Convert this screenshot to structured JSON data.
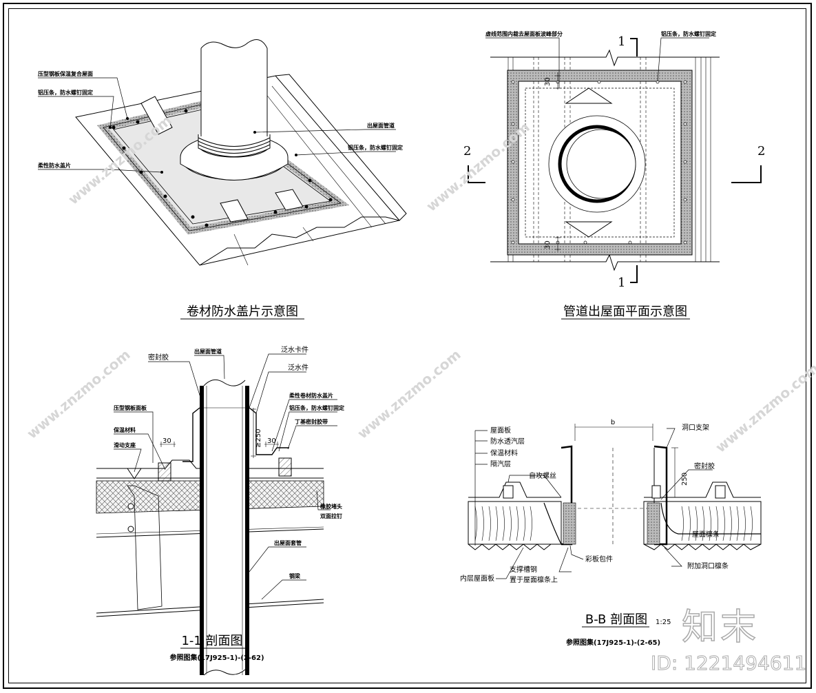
{
  "drawing1": {
    "title": "卷材防水盖片示意图",
    "labels": {
      "roof_panel": "压型钢板保温复合屋面",
      "strip_fix": "铝压条，防水螺钉固定",
      "membrane": "柔性防水盖片",
      "pipe": "出屋面管道",
      "strip_fix2": "铝压条，防水螺钉固定"
    }
  },
  "drawing2": {
    "title": "管道出屋面平面示意图",
    "labels": {
      "dashed_note": "虚线范围内裁去屋面板波峰部分",
      "strip_fix": "铝压条，防水螺钉固定"
    },
    "dims": {
      "d_top": "30",
      "d_bottom": "30"
    },
    "cuts": {
      "c1_top": "1",
      "c1_bottom": "1",
      "c2_left": "2",
      "c2_right": "2"
    }
  },
  "drawing3": {
    "title": "1-1  剖面图",
    "ref": "参照图集(17J925-1)-(2-62)",
    "labels": {
      "sealant": "密封胶",
      "pipe": "出屋面管道",
      "flash_clip": "泛水卡件",
      "flashing": "泛水件",
      "membrane": "柔性卷材防水盖片",
      "strip_fix": "铝压条，防水螺钉固定",
      "butyl": "丁基密封胶带",
      "panel": "压型钢板面板",
      "insulation": "保温材料",
      "support": "滑动支座",
      "sleeve": "出屋面套管",
      "beam": "钢梁",
      "rubber": "橡胶堵头",
      "rivet": "双面拉钉"
    },
    "dims": {
      "h": "≥250",
      "w1": "30",
      "w2": "30"
    }
  },
  "drawing4": {
    "title": "B-B  剖面图",
    "scale": "1:25",
    "ref": "参照图集(17J925-1)-(2-65)",
    "labels": {
      "roof_board": "屋面板",
      "vapor_perm": "防水透汽层",
      "insulation": "保温材料",
      "vapor_barrier": "隔汽层",
      "screw": "自攻螺丝",
      "opening_frame": "洞口支架",
      "sealant": "密封胶",
      "purlin": "屋面檩条",
      "inner_board": "内层屋面板",
      "channel": "支撑槽钢",
      "channel2": "置于屋面檩条上",
      "color_wrap": "彩板包件",
      "extra_purlin": "附加洞口檩条"
    },
    "dims": {
      "b": "b",
      "h": "250"
    }
  },
  "branding": {
    "logo_text": "知末",
    "id_text": "ID: 1221494611",
    "watermark": "www.znzmo.com"
  }
}
